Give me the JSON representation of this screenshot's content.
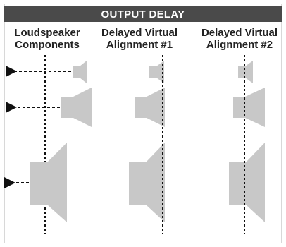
{
  "title": "OUTPUT DELAY",
  "columns": [
    {
      "line1": "Loudspeaker",
      "line2": "Components"
    },
    {
      "line1": "Delayed Virtual",
      "line2": "Alignment #1"
    },
    {
      "line1": "Delayed Virtual",
      "line2": "Alignment #2"
    }
  ],
  "colors": {
    "title_bar": "#4a4a4a",
    "title_text": "#ffffff",
    "speaker_fill": "#c8c8c8",
    "line": "#111111"
  },
  "speakers": [
    "tweeter",
    "midrange",
    "woofer"
  ],
  "icons": [
    "dotted-reference-line",
    "dashed-arrow-left"
  ]
}
